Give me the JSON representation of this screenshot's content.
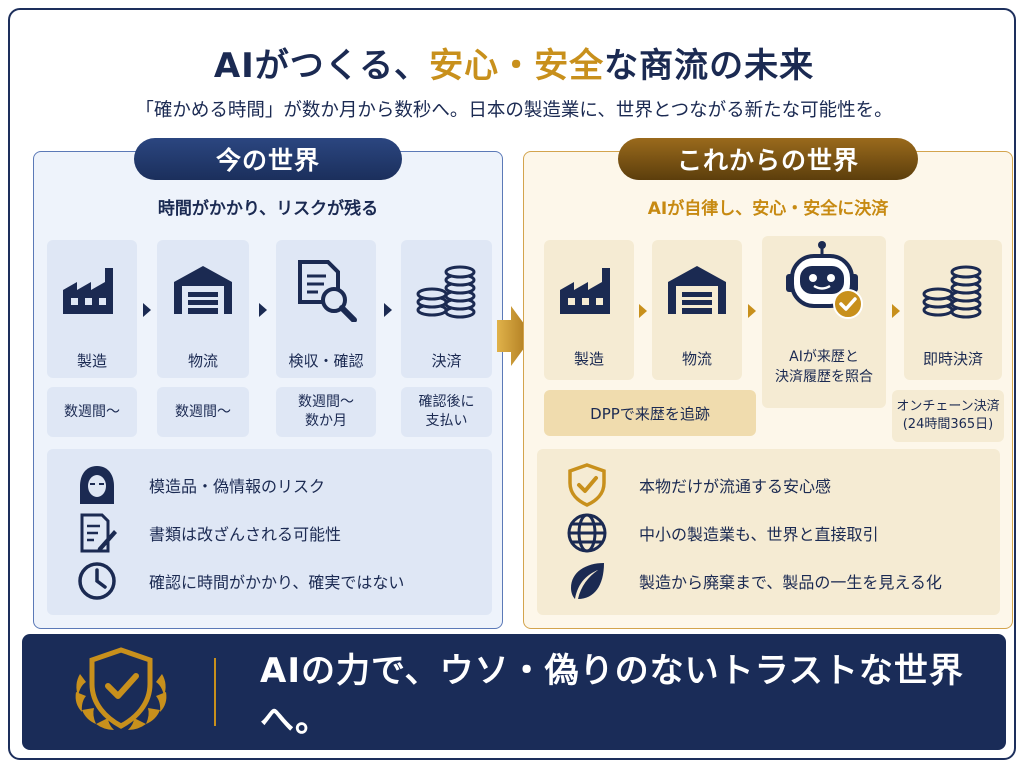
{
  "header": {
    "title_part1": "AIがつくる、",
    "title_part2": "安心・安全",
    "title_part3": "な商流の未来",
    "subtitle": "「確かめる時間」が数か月から数秒へ。日本の製造業に、世界とつながる新たな可能性を。"
  },
  "left": {
    "heading": "今の世界",
    "tagline": "時間がかかり、リスクが残る",
    "steps": [
      {
        "label": "製造",
        "duration": "数週間〜",
        "icon": "factory-icon"
      },
      {
        "label": "物流",
        "duration": "数週間〜",
        "icon": "warehouse-icon"
      },
      {
        "label": "検収・確認",
        "duration": "数週間〜\n数か月",
        "icon": "document-search-icon"
      },
      {
        "label": "決済",
        "duration": "確認後に\n支払い",
        "icon": "coins-icon"
      }
    ],
    "risks": [
      {
        "text": "模造品・偽情報のリスク",
        "icon": "hooded-person-icon"
      },
      {
        "text": "書類は改ざんされる可能性",
        "icon": "document-edit-icon"
      },
      {
        "text": "確認に時間がかかり、確実ではない",
        "icon": "clock-icon"
      }
    ]
  },
  "right": {
    "heading": "これからの世界",
    "tagline": "AIが自律し、安心・安全に決済",
    "steps": [
      {
        "label": "製造",
        "icon": "factory-icon"
      },
      {
        "label": "物流",
        "icon": "warehouse-icon"
      },
      {
        "label": "AIが来歴と\n決済履歴を照合",
        "icon": "robot-icon"
      },
      {
        "label": "即時決済",
        "icon": "coins-icon"
      }
    ],
    "dpp": "DPPで来歴を追跡",
    "onchain": "オンチェーン決済\n(24時間365日)",
    "benefits": [
      {
        "text": "本物だけが流通する安心感",
        "icon": "shield-check-icon"
      },
      {
        "text": "中小の製造業も、世界と直接取引",
        "icon": "globe-icon"
      },
      {
        "text": "製造から廃棄まで、製品の一生を見える化",
        "icon": "leaf-icon"
      }
    ]
  },
  "footer": {
    "message": "AIの力で、ウソ・偽りのないトラストな世界へ。",
    "icon": "shield-laurel-icon"
  },
  "colors": {
    "navy": "#1b2a52",
    "gold": "#c8901c",
    "left_bg": "#eef3fb",
    "right_bg": "#fdf7ea"
  }
}
